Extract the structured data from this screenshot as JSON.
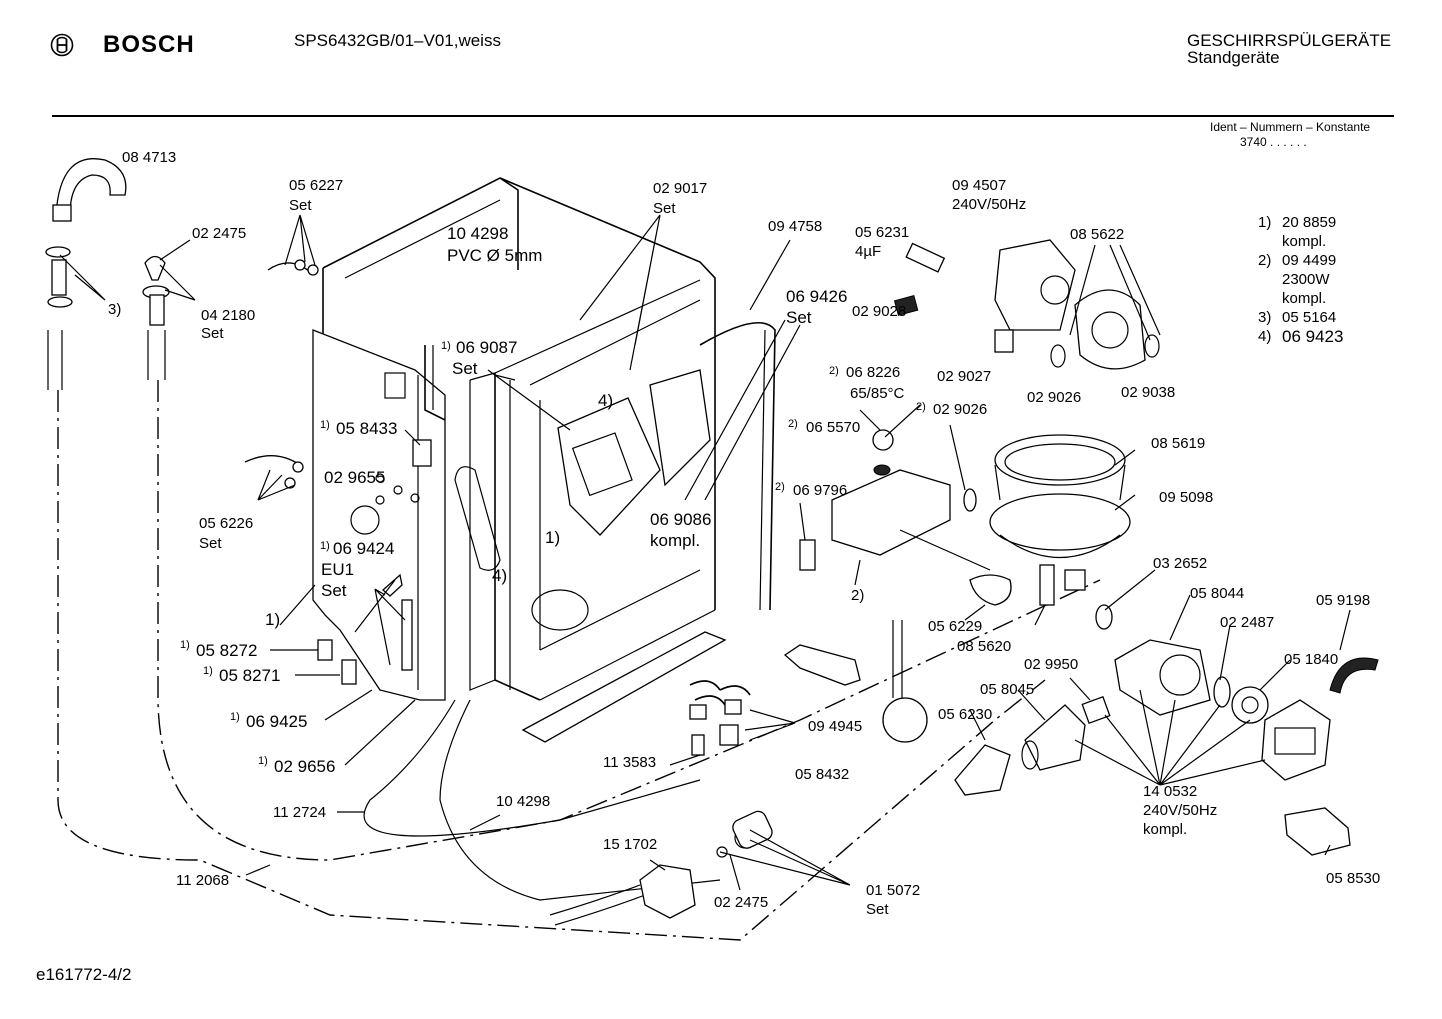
{
  "header": {
    "brand": "BOSCH",
    "model": "SPS6432GB/01–V01,weiss",
    "category": "GESCHIRRSPÜLGERÄTE",
    "subcategory": "Standgeräte",
    "ident_label": "Ident – Nummern – Konstante",
    "ident_value": "3740  .  .  .  .  .  ."
  },
  "legend": [
    {
      "key": "1)",
      "lines": [
        "20 8859",
        "kompl."
      ]
    },
    {
      "key": "2)",
      "lines": [
        "09 4499",
        "2300W",
        "kompl."
      ]
    },
    {
      "key": "3)",
      "lines": [
        "05 5164"
      ]
    },
    {
      "key": "4)",
      "lines": [
        "06 9423"
      ]
    }
  ],
  "labels": {
    "p084713": "08 4713",
    "p022475a": "02 2475",
    "p042180": "04 2180",
    "p042180_set": "Set",
    "p3": "3)",
    "p056227": "05 6227",
    "p056227_set": "Set",
    "p104298a": "10 4298",
    "p104298a_pvc": "PVC Ø 5mm",
    "p029017": "02 9017",
    "p029017_set": "Set",
    "p094758": "09 4758",
    "p056231": "05 6231",
    "p056231_uf": "4µF",
    "p094507": "09 4507",
    "p094507_v": "240V/50Hz",
    "p085622": "08 5622",
    "p069426": "06 9426",
    "p069426_set": "Set",
    "p029028": "02 9028",
    "p029027": "02 9027",
    "p029026a": "02 9026",
    "p029038": "02 9038",
    "p069087_k": "1)",
    "p069087": "06 9087",
    "p069087_set": "Set",
    "p4a": "4)",
    "p068226_k": "2)",
    "p068226": "06 8226",
    "p068226_t": "65/85°C",
    "p029026b_k": "2)",
    "p029026b": "02 9026",
    "p065570_k": "2)",
    "p065570": "06 5570",
    "p058433_k": "1)",
    "p058433": "05 8433",
    "p085619": "08 5619",
    "p029655": "02 9655",
    "p069796_k": "2)",
    "p069796": "06 9796",
    "p095098": "09 5098",
    "p056226": "05 6226",
    "p056226_set": "Set",
    "p069086": "06 9086",
    "p069086_k": "kompl.",
    "p1a": "1)",
    "p069424_k": "1)",
    "p069424": "06 9424",
    "p069424_eu": "EU1",
    "p069424_set": "Set",
    "p4b": "4)",
    "p2a": "2)",
    "p032652": "03 2652",
    "p058044": "05 8044",
    "p059198": "05 9198",
    "p1b": "1)",
    "p056229": "05 6229",
    "p022487": "02 2487",
    "p085620": "08 5620",
    "p058272_k": "1)",
    "p058272": "05 8272",
    "p058271_k": "1)",
    "p058271": "05 8271",
    "p051840": "05 1840",
    "p029950": "02 9950",
    "p058045": "05 8045",
    "p069425_k": "1)",
    "p069425": "06 9425",
    "p094945": "09 4945",
    "p056230": "05 6230",
    "p029656_k": "1)",
    "p029656": "02 9656",
    "p113583": "11 3583",
    "p058432": "05 8432",
    "p140532": "14 0532",
    "p140532_v": "240V/50Hz",
    "p140532_k": "kompl.",
    "p112724": "11 2724",
    "p104298b": "10 4298",
    "p151702": "15 1702",
    "p112068": "11 2068",
    "p015072": "01 5072",
    "p015072_set": "Set",
    "p022475b": "02 2475",
    "p058530": "05 8530"
  },
  "footer": {
    "drawing_id": "e161772-4/2"
  }
}
